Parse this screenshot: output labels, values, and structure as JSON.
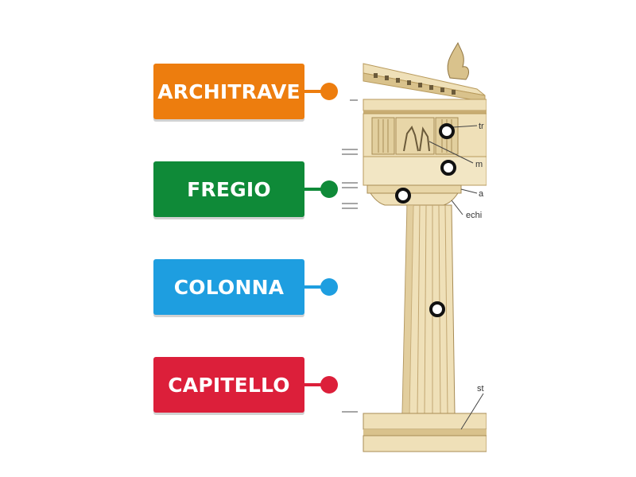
{
  "labels": [
    {
      "text": "ARCHITRAVE",
      "color": "#ed7d0e"
    },
    {
      "text": "FREGIO",
      "color": "#0f8a38"
    },
    {
      "text": "COLONNA",
      "color": "#1e9ee0"
    },
    {
      "text": "CAPITELLO",
      "color": "#dc1f3a"
    }
  ],
  "diagram_labels": {
    "tr": "tr",
    "m": "m",
    "a": "a",
    "echi": "echi",
    "st": "st"
  },
  "colors": {
    "stone": "#efe0b8",
    "stone_shadow": "#d9c28c",
    "stone_dark": "#b89a5c",
    "ink": "#6b5a3a"
  }
}
